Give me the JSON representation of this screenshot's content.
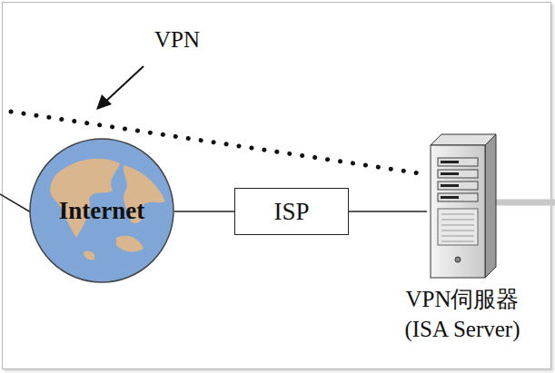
{
  "diagram": {
    "nodes": [
      {
        "text": [
          "Internet"
        ]
      },
      {
        "text": [
          "ISP"
        ]
      },
      {
        "text": [
          "VPN伺服器 (ISA Server)"
        ]
      }
    ],
    "edges": [
      {
        "from": 0,
        "to": 1,
        "arrow": "none"
      },
      {
        "from": 1,
        "to": 2,
        "arrow": "none"
      }
    ],
    "labels": [
      "VPN"
    ]
  }
}
